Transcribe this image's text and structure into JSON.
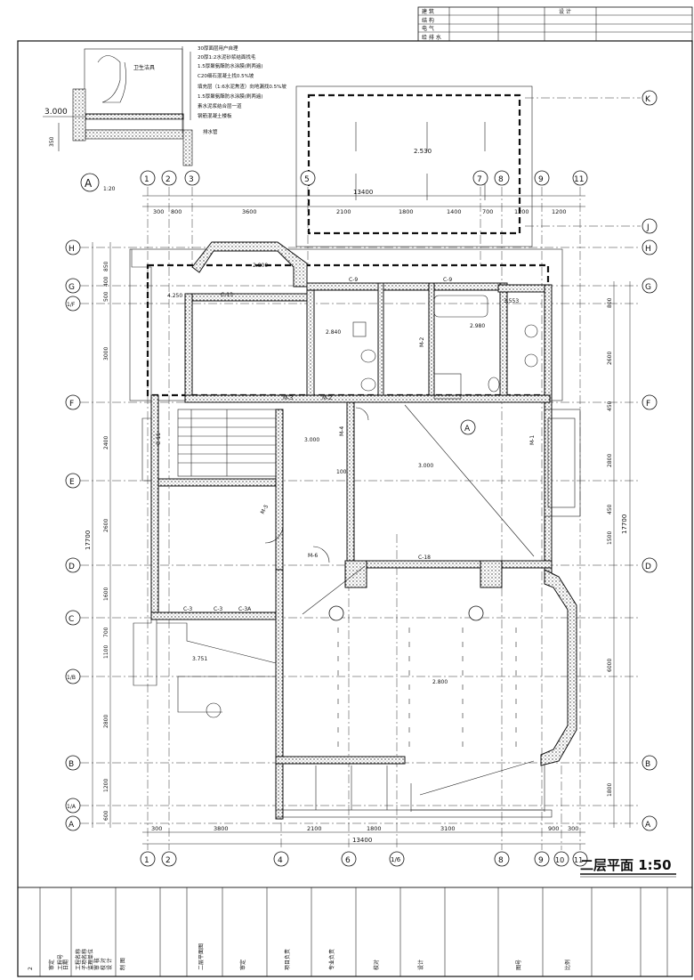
{
  "title_block_top": {
    "rows": [
      {
        "label": "建  筑",
        "col2": "",
        "col3": "",
        "col4": "设  计"
      },
      {
        "label": "结  构",
        "col2": "",
        "col3": "",
        "col4": ""
      },
      {
        "label": "电  气",
        "col2": "",
        "col3": "",
        "col4": ""
      },
      {
        "label": "给 排 水",
        "col2": "",
        "col3": "",
        "col4": ""
      }
    ]
  },
  "detail": {
    "callout": "A",
    "scale": "1:20",
    "elev": "3.000",
    "depth": "350",
    "fixture": "卫生洁具",
    "drain": "排水管",
    "layers": [
      "30厚面层用户自理",
      "20厚1:2水泥砂浆结面找毛",
      "1.5厚聚氨酯防水涂膜(刷两遍)",
      "C20细石混凝土找0.5%坡",
      "填充层（1:6水泥焦渣）向地漏找0.5%坡",
      "1.5厚聚氨酯防水涂膜(刷两遍)",
      "素水泥浆结合层一道",
      "钢筋混凝土楼板"
    ]
  },
  "axes": {
    "top": [
      "1",
      "2",
      "3",
      "5",
      "7",
      "8",
      "9",
      "11"
    ],
    "bottom": [
      "1",
      "2",
      "4",
      "6",
      "1/6",
      "8",
      "9",
      "10",
      "11"
    ],
    "left": [
      "H",
      "G",
      "1/F",
      "F",
      "E",
      "D",
      "C",
      "1/B",
      "B",
      "1/A",
      "A"
    ],
    "right": [
      "K",
      "J",
      "H",
      "G",
      "F",
      "D",
      "B",
      "A"
    ]
  },
  "dims": {
    "top_total": "13400",
    "top_segments": [
      "300",
      "800",
      "3600",
      "2100",
      "1800",
      "1400",
      "700",
      "1200",
      "1200"
    ],
    "bottom_total": "13400",
    "bottom_segments": [
      "300",
      "3800",
      "2100",
      "1800",
      "3100",
      "900",
      "300"
    ],
    "left_total": "17700",
    "left_segments": [
      "850",
      "400",
      "500",
      "3000",
      "2400",
      "2600",
      "1600",
      "700",
      "1100",
      "2800",
      "1200",
      "600"
    ],
    "right_total": "17700",
    "right_segments": [
      "800",
      "2600",
      "450",
      "2800",
      "450",
      "1500",
      "6000",
      "1800"
    ]
  },
  "labels": {
    "doors": [
      "M-3",
      "M-2",
      "M-2",
      "M-4",
      "M-1",
      "M-5",
      "M-6"
    ],
    "windows": [
      "C-9",
      "C-9",
      "C-13",
      "C-18",
      "C-11",
      "C-3",
      "C-3",
      "C-3A"
    ],
    "elevations": [
      "2.530",
      "2.800",
      "4.250",
      "2.840",
      "2.980",
      "3.553",
      "3.000",
      "3.000",
      "3.751",
      "2.800"
    ],
    "misc": [
      "A",
      "100"
    ]
  },
  "plan_title": "二层平面 1:50",
  "bottom_block": {
    "col_left": [
      "工程名称",
      "子项名称",
      "监理单位",
      "审 核",
      "校 对",
      "设 计",
      "制 图"
    ],
    "col_mid": [
      "2",
      "审定",
      "工程号",
      "日期"
    ],
    "cols": [
      "二层平面图",
      "审定",
      "项目负责",
      "专业负责",
      "校对",
      "设计",
      "图号",
      "比例"
    ]
  }
}
